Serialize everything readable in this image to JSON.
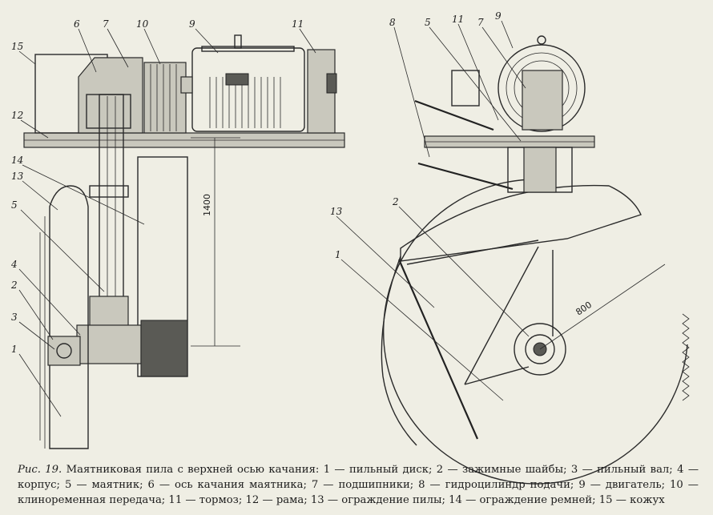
{
  "figure": {
    "left_labels": [
      "15",
      "12",
      "6",
      "7",
      "10",
      "9",
      "11",
      "14",
      "13",
      "5",
      "4",
      "2",
      "3",
      "1"
    ],
    "right_labels": [
      "8",
      "5",
      "11",
      "7",
      "9",
      "13",
      "2",
      "1"
    ],
    "dim_height": "1400",
    "dim_diameter": "800"
  },
  "caption": {
    "prefix": "Рис. 19.",
    "text": "Маятниковая пила с верхней осью качания: 1 — пильный диск; 2 — зажимные шайбы; 3 — пильный вал; 4 — корпус; 5 — маятник; 6 — ось качания маятника; 7 — подшипники; 8 — гидроцилиндр подачи; 9 — двигатель; 10 — клиноременная передача; 11 — тормоз; 12 — рама; 13 — ограждение пилы; 14 — ограждение ремней; 15 — кожух"
  }
}
